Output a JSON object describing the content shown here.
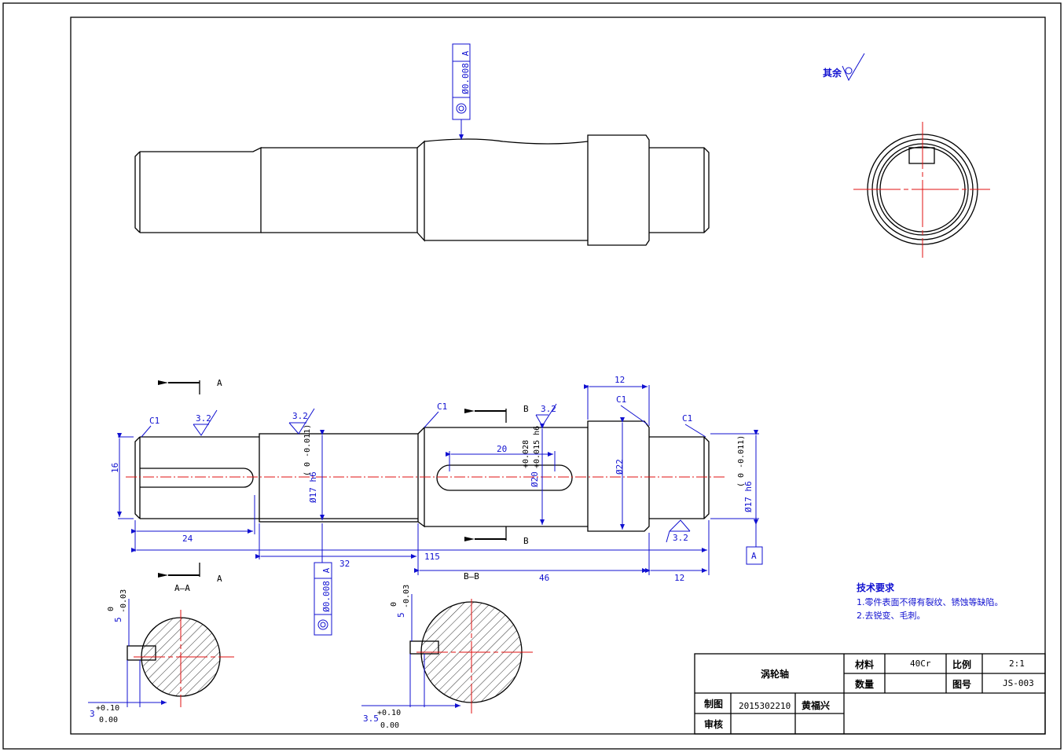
{
  "drawing": {
    "part_name": "涡轮轴",
    "material_label": "材料",
    "material": "40Cr",
    "scale_label": "比例",
    "scale": "2:1",
    "quantity_label": "数量",
    "quantity": "",
    "drawing_no_label": "图号",
    "drawing_no": "JS-003",
    "drawn_label": "制图",
    "student_id": "2015302210",
    "designer": "黄福兴",
    "checked_label": "审核"
  },
  "surface_finish": {
    "rest_label": "其余"
  },
  "tech_req": {
    "title": "技术要求",
    "items": [
      "1.零件表面不得有裂纹、锈蚀等缺陷。",
      "2.去锐变、毛刺。"
    ]
  },
  "dims": {
    "d16": "16",
    "d24": "24",
    "d32": "32",
    "d115": "115",
    "d46": "46",
    "d12_bottom": "12",
    "d12_top": "12",
    "d20": "20",
    "d22": "Ø22",
    "d17_left": "Ø17 h6",
    "d17_left_tol": "( 0  -0.011)",
    "d17_right": "Ø17 h6",
    "d17_right_tol": "( 0  -0.011)",
    "d20_shaft": "Ø20",
    "d20_shaft_tol_up": "+0.028",
    "d20_shaft_tol_lo": "+0.015 h6",
    "rough_1": "3.2",
    "rough_2": "3.2",
    "rough_3": "3.2",
    "rough_4": "3.2",
    "chamfer": "C1",
    "tol_val": "Ø0.008",
    "datum": "A"
  },
  "sections": {
    "aa_label": "A—A",
    "bb_label": "B—B",
    "arrow_a": "A",
    "arrow_b": "B",
    "aa_depth": "5",
    "aa_depth_tol_up": "0",
    "aa_depth_tol_lo": "-0.03",
    "aa_width": "3",
    "aa_width_tol_up": "+0.10",
    "aa_width_tol_lo": "0.00",
    "bb_depth": "5",
    "bb_depth_tol_up": "0",
    "bb_depth_tol_lo": "-0.03",
    "bb_width": "3.5",
    "bb_width_tol_up": "+0.10",
    "bb_width_tol_lo": "0.00"
  }
}
